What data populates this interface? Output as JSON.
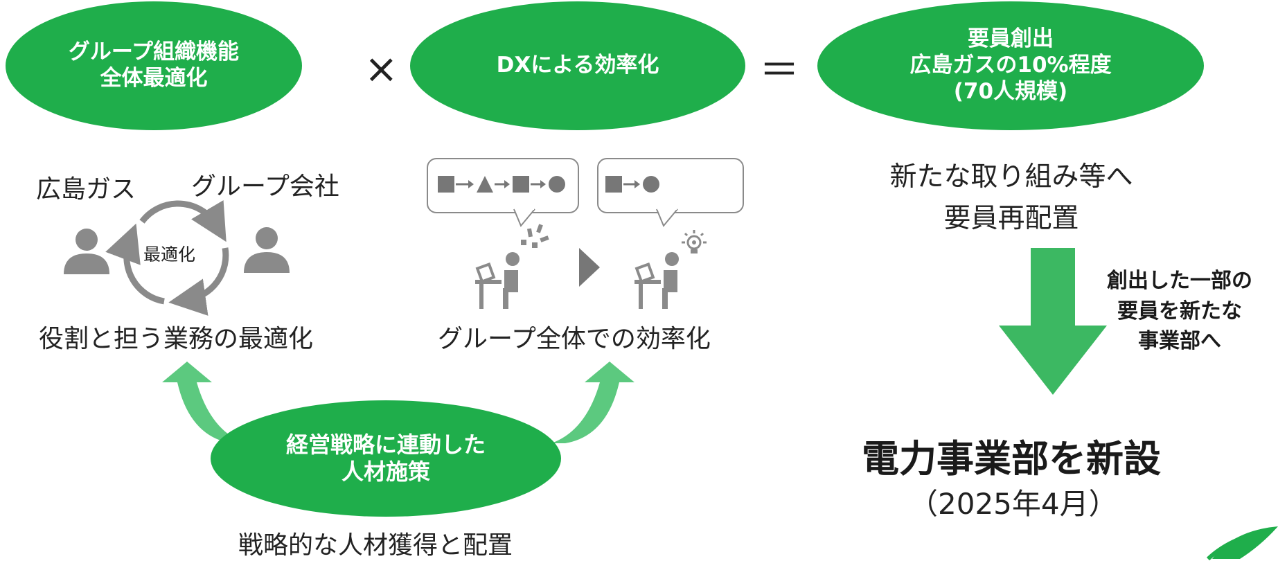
{
  "colors": {
    "accent": "#1fae4b",
    "arrow_light": "#5cc97f",
    "arrow_main": "#3cb862",
    "icon_gray": "#8a8a8a"
  },
  "ellipse1": {
    "line1": "グループ組織機能",
    "line2": "全体最適化"
  },
  "op_times": "×",
  "ellipse2": {
    "line1": "DXによる効率化"
  },
  "op_equals": "＝",
  "ellipse3": {
    "line1": "要員創出",
    "line2": "広島ガスの10%程度",
    "line3": "(70人規模)"
  },
  "left": {
    "label_a": "広島ガス",
    "label_b": "グループ会社",
    "cycle_label": "最適化",
    "caption": "役割と担う業務の最適化",
    "icons": [
      "person-icon",
      "person-icon",
      "cycle-arrows-icon"
    ]
  },
  "middle": {
    "caption": "グループ全体での効率化",
    "icons": [
      "process-flow-long-icon",
      "process-flow-short-icon",
      "worker-desk-icon",
      "play-arrow-icon",
      "lightbulb-icon"
    ]
  },
  "bottom": {
    "ellipse": {
      "line1": "経営戦略に連動した",
      "line2": "人材施策"
    },
    "caption": "戦略的な人材獲得と配置"
  },
  "right": {
    "line1": "新たな取り組み等へ",
    "line2": "要員再配置",
    "side_note": {
      "line1": "創出した一部の",
      "line2": "要員を新たな",
      "line3": "事業部へ"
    },
    "result": "電力事業部を新設",
    "date": "（2025年4月）"
  }
}
